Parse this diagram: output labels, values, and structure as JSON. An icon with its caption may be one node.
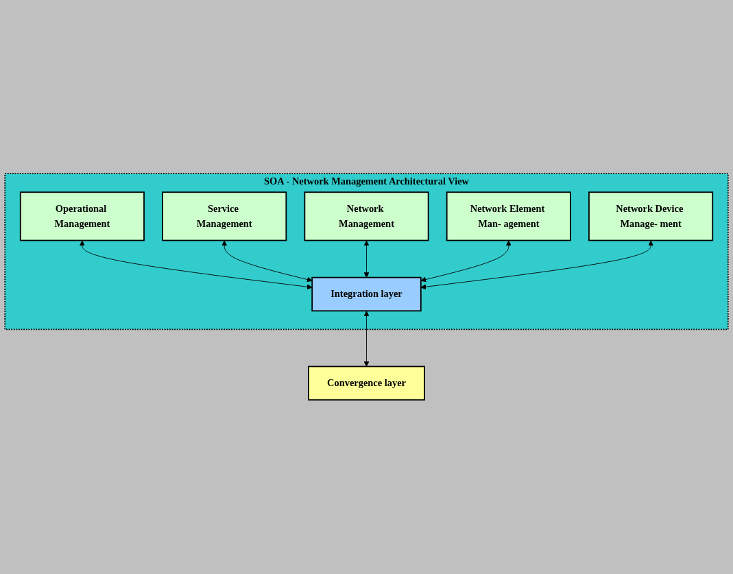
{
  "diagram": {
    "nodes": [
      {
        "text": [
          "SOA - Network Management Architectural View"
        ]
      },
      {
        "text": [
          "Operational Management"
        ],
        "in": 0
      },
      {
        "text": [
          "Service Management"
        ],
        "in": 0
      },
      {
        "text": [
          "Network Management"
        ],
        "in": 0
      },
      {
        "text": [
          "Network Element Man- agement"
        ],
        "in": 0
      },
      {
        "text": [
          "Network Device Manage- ment"
        ],
        "in": 0
      },
      {
        "text": [
          "Integration layer"
        ],
        "in": 0
      },
      {
        "text": [
          "Convergence layer"
        ]
      }
    ],
    "edges": [
      {
        "from": 1,
        "to": 6,
        "arrow": "both"
      },
      {
        "from": 2,
        "to": 6,
        "arrow": "both"
      },
      {
        "from": 3,
        "to": 6,
        "arrow": "both"
      },
      {
        "from": 4,
        "to": 6,
        "arrow": "both"
      },
      {
        "from": 5,
        "to": 6,
        "arrow": "both"
      },
      {
        "from": 6,
        "to": 7,
        "arrow": "both"
      }
    ]
  }
}
